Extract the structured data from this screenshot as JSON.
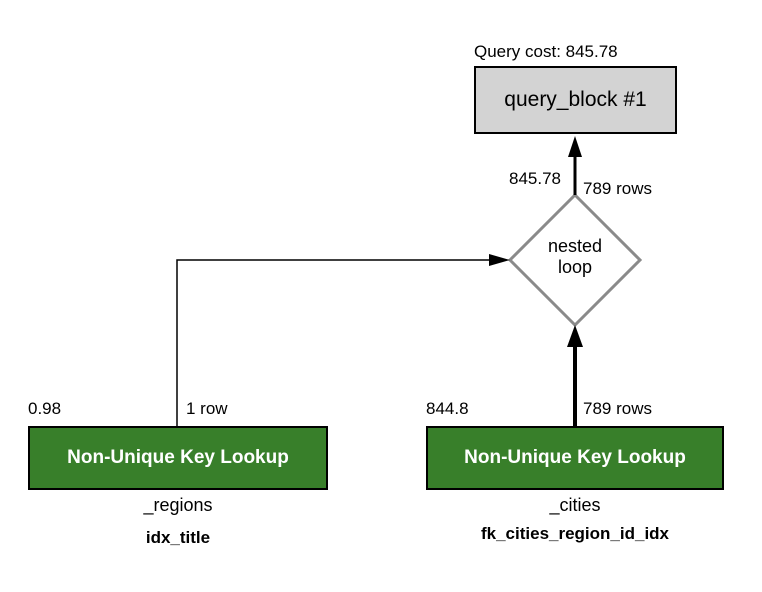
{
  "query_block": {
    "cost_label": "Query cost: 845.78",
    "title": "query_block #1"
  },
  "nested_loop": {
    "line1": "nested",
    "line2": "loop",
    "cost": "845.78",
    "rows": "789 rows"
  },
  "regions_lookup": {
    "cost": "0.98",
    "rows": "1 row",
    "label": "Non-Unique Key Lookup",
    "table": "_regions",
    "index": "idx_title"
  },
  "cities_lookup": {
    "cost": "844.8",
    "rows": "789 rows",
    "label": "Non-Unique Key Lookup",
    "table": "_cities",
    "index": "fk_cities_region_id_idx"
  },
  "colors": {
    "lookup_fill": "#387f2a",
    "query_block_fill": "#d3d3d3",
    "diamond_stroke": "#8a8a8a"
  }
}
